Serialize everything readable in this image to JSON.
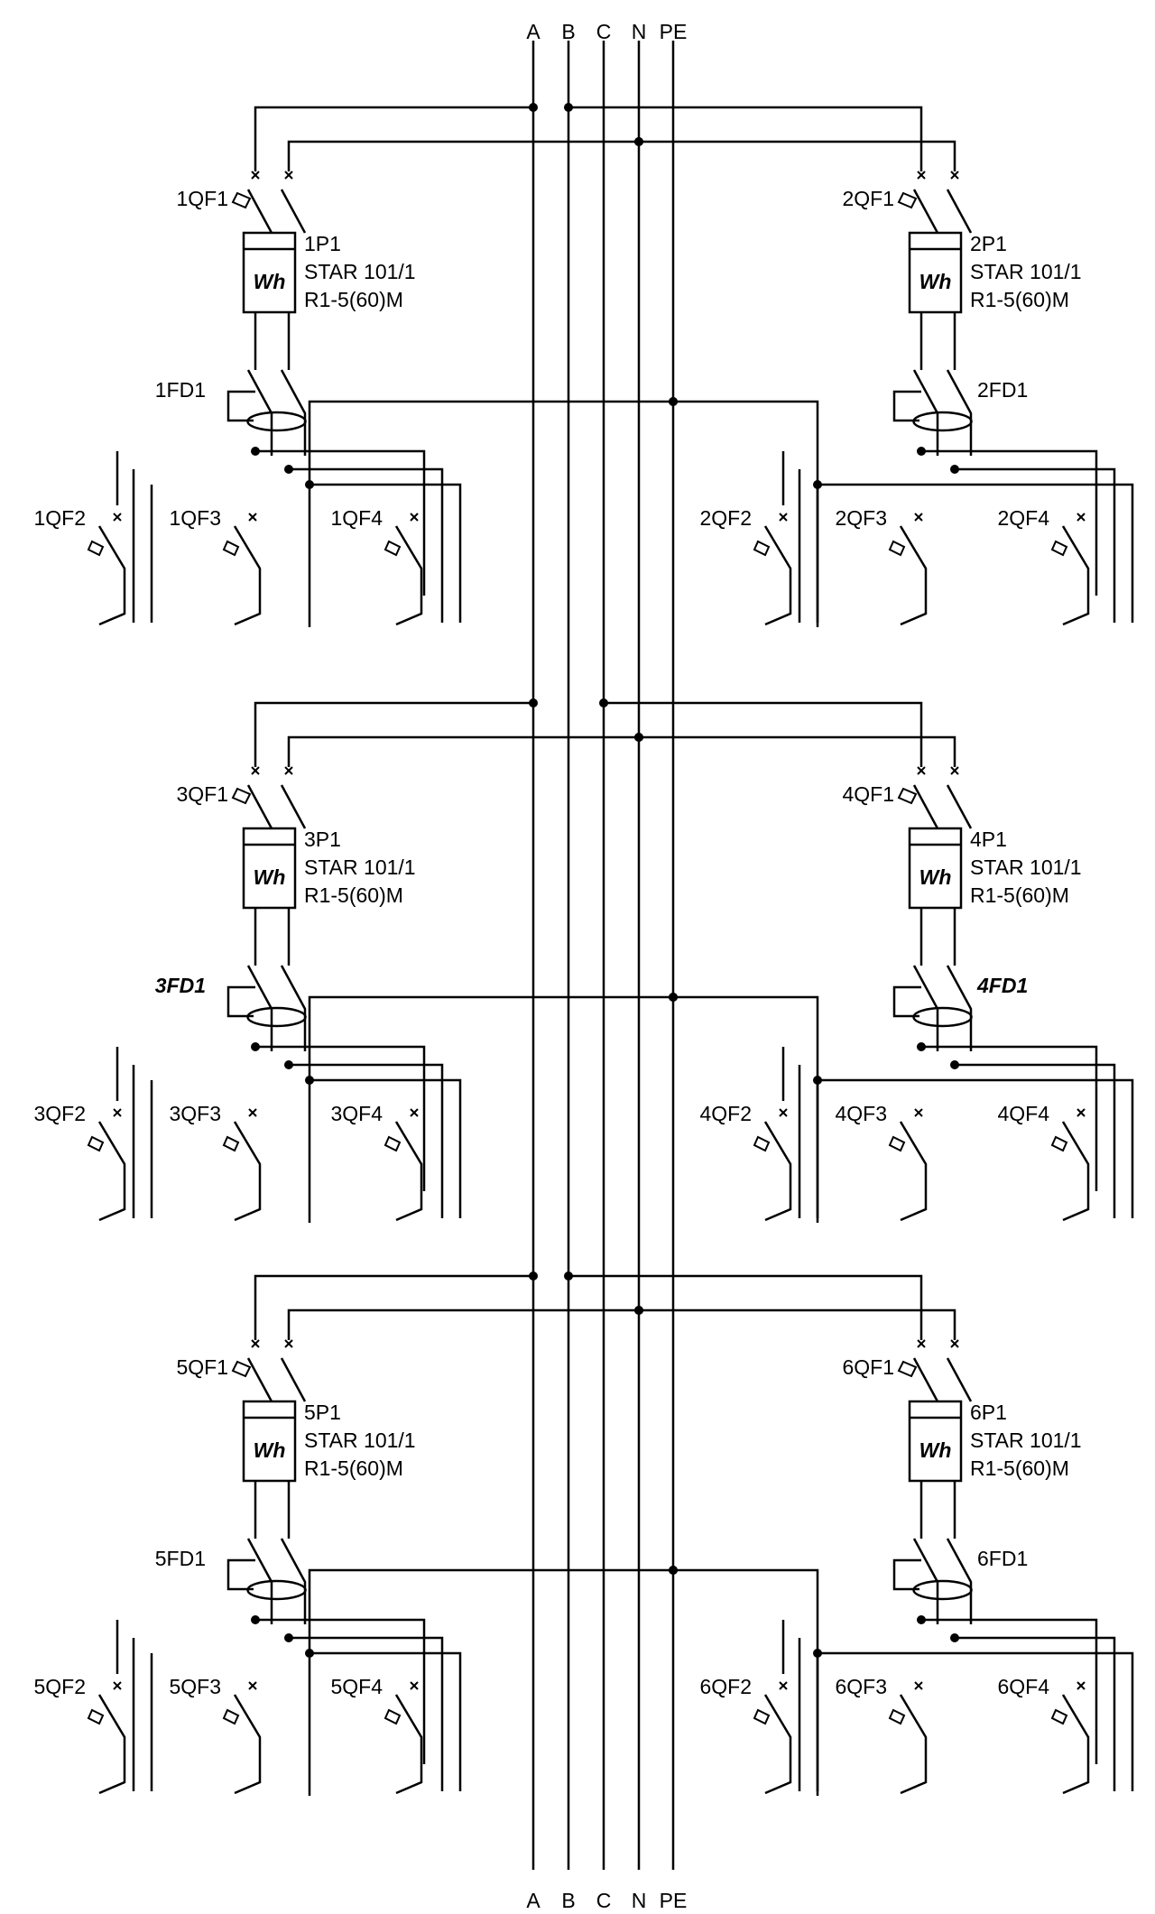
{
  "bus": {
    "labels": [
      "A",
      "B",
      "C",
      "N",
      "PE"
    ]
  },
  "groups": [
    {
      "left": {
        "main_breaker": "1QF1",
        "meter": "1P1",
        "meter_model": "STAR 101/1",
        "meter_rating": "R1-5(60)M",
        "rcd": "1FD1",
        "branches": [
          "1QF2",
          "1QF3",
          "1QF4"
        ]
      },
      "right": {
        "main_breaker": "2QF1",
        "meter": "2P1",
        "meter_model": "STAR 101/1",
        "meter_rating": "R1-5(60)M",
        "rcd": "2FD1",
        "branches": [
          "2QF2",
          "2QF3",
          "2QF4"
        ]
      }
    },
    {
      "left": {
        "main_breaker": "3QF1",
        "meter": "3P1",
        "meter_model": "STAR 101/1",
        "meter_rating": "R1-5(60)M",
        "rcd": "3FD1",
        "branches": [
          "3QF2",
          "3QF3",
          "3QF4"
        ]
      },
      "right": {
        "main_breaker": "4QF1",
        "meter": "4P1",
        "meter_model": "STAR 101/1",
        "meter_rating": "R1-5(60)M",
        "rcd": "4FD1",
        "branches": [
          "4QF2",
          "4QF3",
          "4QF4"
        ]
      }
    },
    {
      "left": {
        "main_breaker": "5QF1",
        "meter": "5P1",
        "meter_model": "STAR 101/1",
        "meter_rating": "R1-5(60)M",
        "rcd": "5FD1",
        "branches": [
          "5QF2",
          "5QF3",
          "5QF4"
        ]
      },
      "right": {
        "main_breaker": "6QF1",
        "meter": "6P1",
        "meter_model": "STAR 101/1",
        "meter_rating": "R1-5(60)M",
        "rcd": "6FD1",
        "branches": [
          "6QF2",
          "6QF3",
          "6QF4"
        ]
      }
    }
  ],
  "meter_symbol": "Wh",
  "italic_rcd_labels": [
    "3FD1",
    "4FD1"
  ]
}
